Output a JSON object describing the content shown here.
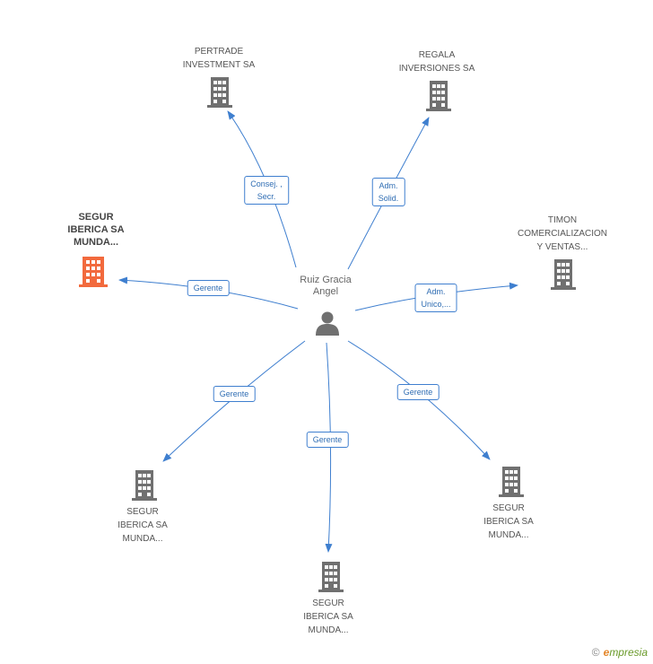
{
  "center": {
    "name_line1": "Ruiz Gracia",
    "name_line2": "Angel",
    "icon": "person-icon"
  },
  "companies": [
    {
      "id": "pertrade",
      "lines": [
        "PERTRADE",
        "INVESTMENT SA"
      ],
      "role_lines": [
        "Consej. ,",
        "Secr."
      ]
    },
    {
      "id": "regala",
      "lines": [
        "REGALA",
        "INVERSIONES SA"
      ],
      "role_lines": [
        "Adm.",
        "Solid."
      ]
    },
    {
      "id": "segur-main",
      "lines": [
        "SEGUR",
        "IBERICA SA",
        "MUNDA..."
      ],
      "role_lines": [
        "Gerente"
      ]
    },
    {
      "id": "timon",
      "lines": [
        "TIMON",
        "COMERCIALIZACION",
        "Y VENTAS..."
      ],
      "role_lines": [
        "Adm.",
        "Unico,..."
      ]
    },
    {
      "id": "segur-left",
      "lines": [
        "SEGUR",
        "IBERICA SA",
        "MUNDA..."
      ],
      "role_lines": [
        "Gerente"
      ]
    },
    {
      "id": "segur-bottom",
      "lines": [
        "SEGUR",
        "IBERICA SA",
        "MUNDA..."
      ],
      "role_lines": [
        "Gerente"
      ]
    },
    {
      "id": "segur-right",
      "lines": [
        "SEGUR",
        "IBERICA SA",
        "MUNDA..."
      ],
      "role_lines": [
        "Gerente"
      ]
    }
  ],
  "colors": {
    "edge": "#3f7fcf",
    "building": "#707070",
    "building_highlight": "#f26a3d",
    "person": "#707070"
  },
  "footer": {
    "copyright": "©",
    "brand_initial": "e",
    "brand_rest": "mpresia"
  }
}
